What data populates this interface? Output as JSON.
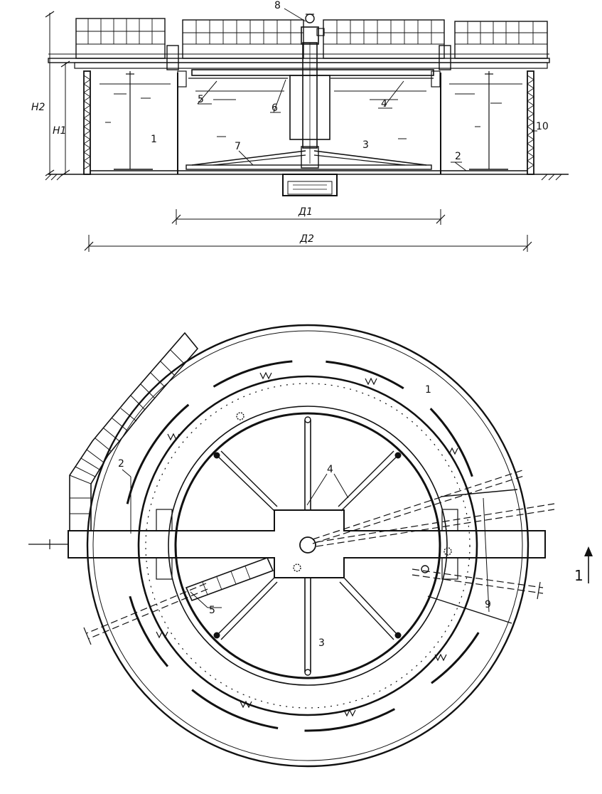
{
  "section": {
    "dimension_labels": {
      "h2": "H2",
      "h1": "H1",
      "d1": "Д1",
      "d2": "Д2"
    },
    "callouts": {
      "c1": "1",
      "c2": "2",
      "c3": "3",
      "c4": "4",
      "c5": "5",
      "c6": "6",
      "c7": "7",
      "c8": "8",
      "c10": "10"
    }
  },
  "plan": {
    "callouts": {
      "c1": "1",
      "c2": "2",
      "c3": "3",
      "c4": "4",
      "c5": "5",
      "c9": "9"
    },
    "section_mark": "1"
  }
}
